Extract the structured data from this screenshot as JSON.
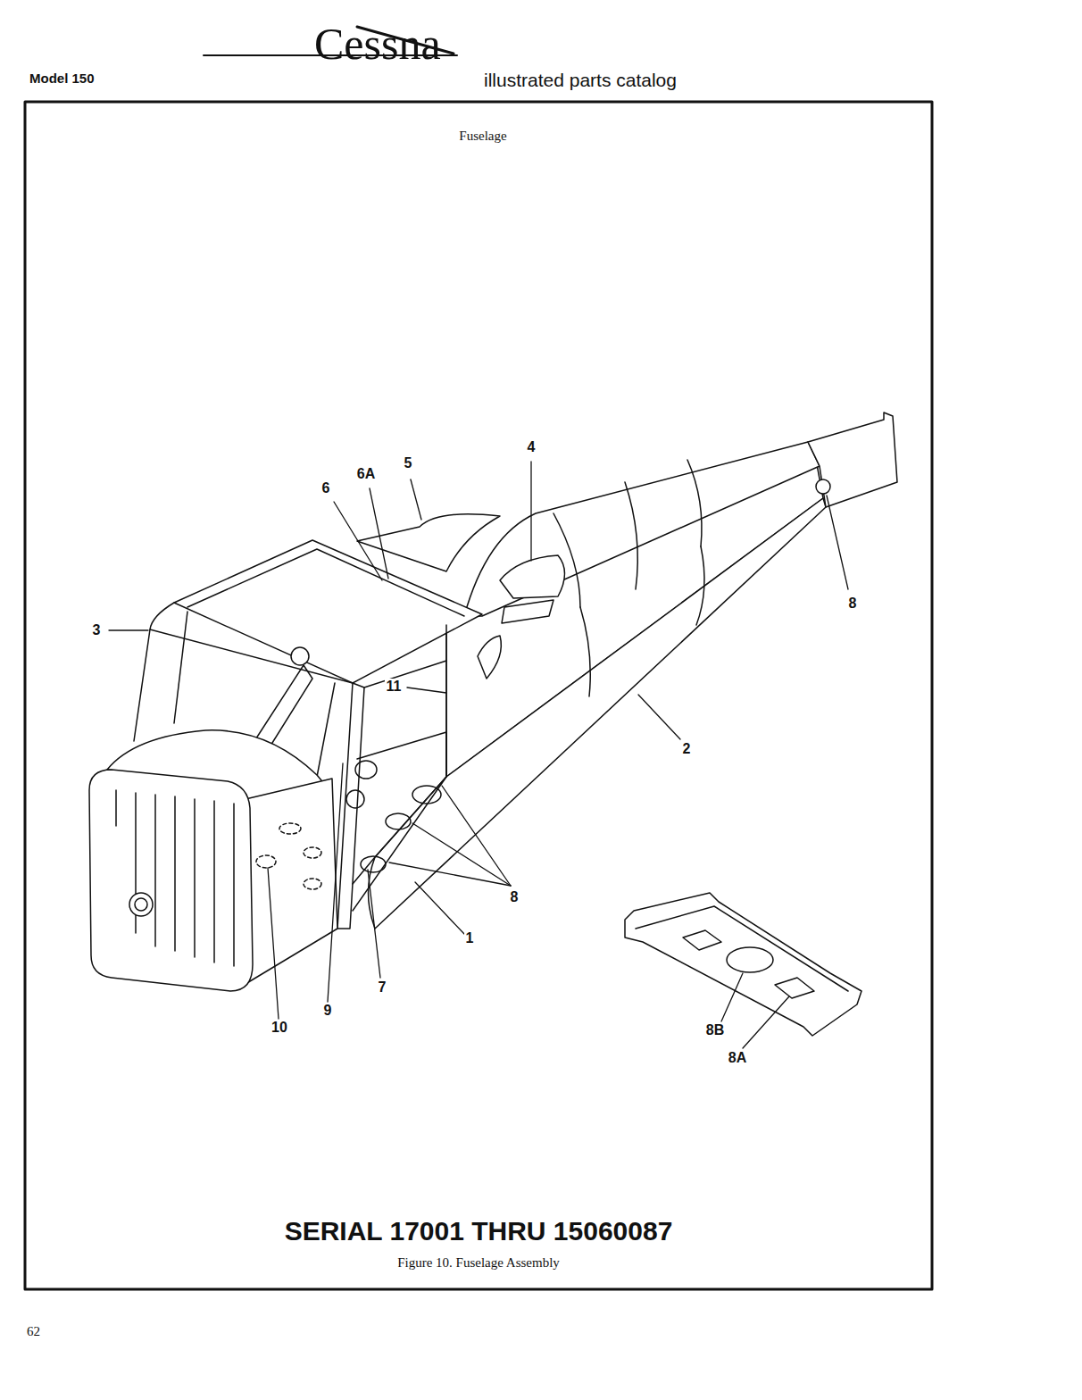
{
  "diagram": {
    "title": "Fuselage",
    "caption": "Figure 10. Fuselage Assembly",
    "labels": [
      "Model 150",
      "Cessna",
      "illustrated parts catalog",
      "4",
      "5",
      "6A",
      "6",
      "3",
      "8",
      "11",
      "2",
      "8",
      "1",
      "8B",
      "8A",
      "7",
      "9",
      "10",
      "SERIAL 17001 THRU 15060087",
      "62"
    ]
  }
}
